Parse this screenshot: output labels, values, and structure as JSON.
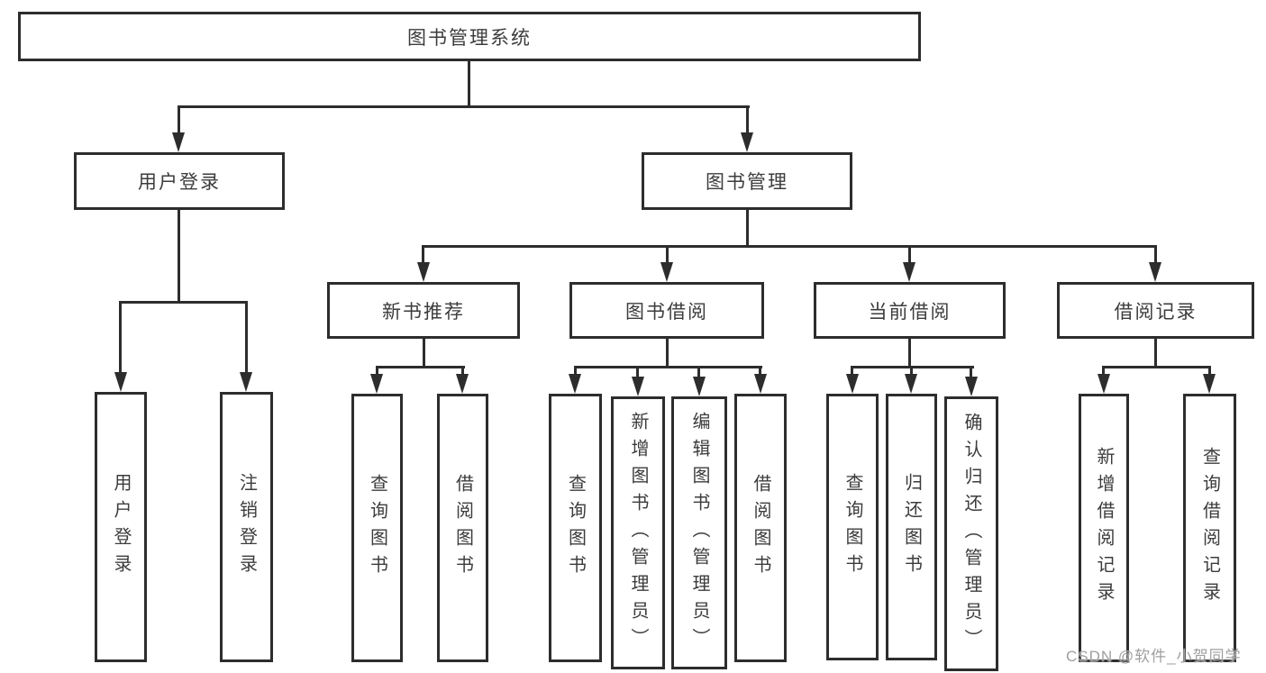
{
  "diagram": {
    "title": "图书管理系统",
    "nodes": {
      "root": "图书管理系统",
      "user_login": "用户登录",
      "book_mgmt": "图书管理",
      "new_books": "新书推荐",
      "book_borrow": "图书借阅",
      "current_borrow": "当前借阅",
      "borrow_records": "借阅记录",
      "leaf_user_login": "用户登录",
      "leaf_logout": "注销登录",
      "leaf_nb_query": "查询图书",
      "leaf_nb_borrow": "借阅图书",
      "leaf_bb_query": "查询图书",
      "leaf_bb_add": "新增图书（管理员）",
      "leaf_bb_edit": "编辑图书（管理员）",
      "leaf_bb_borrow": "借阅图书",
      "leaf_cb_query": "查询图书",
      "leaf_cb_return": "归还图书",
      "leaf_cb_confirm": "确认归还（管理员）",
      "leaf_br_add": "新增借阅记录",
      "leaf_br_query": "查询借阅记录"
    },
    "hierarchy": {
      "图书管理系统": {
        "用户登录": [
          "用户登录",
          "注销登录"
        ],
        "图书管理": {
          "新书推荐": [
            "查询图书",
            "借阅图书"
          ],
          "图书借阅": [
            "查询图书",
            "新增图书（管理员）",
            "编辑图书（管理员）",
            "借阅图书"
          ],
          "当前借阅": [
            "查询图书",
            "归还图书",
            "确认归还（管理员）"
          ],
          "借阅记录": [
            "新增借阅记录",
            "查询借阅记录"
          ]
        }
      }
    },
    "colors": {
      "line": "#2d2d2d",
      "text": "#3c3c3c",
      "background": "#ffffff",
      "watermark_text": "#9f9f9f"
    },
    "watermark": "CSDN @软件_小贺同学"
  }
}
